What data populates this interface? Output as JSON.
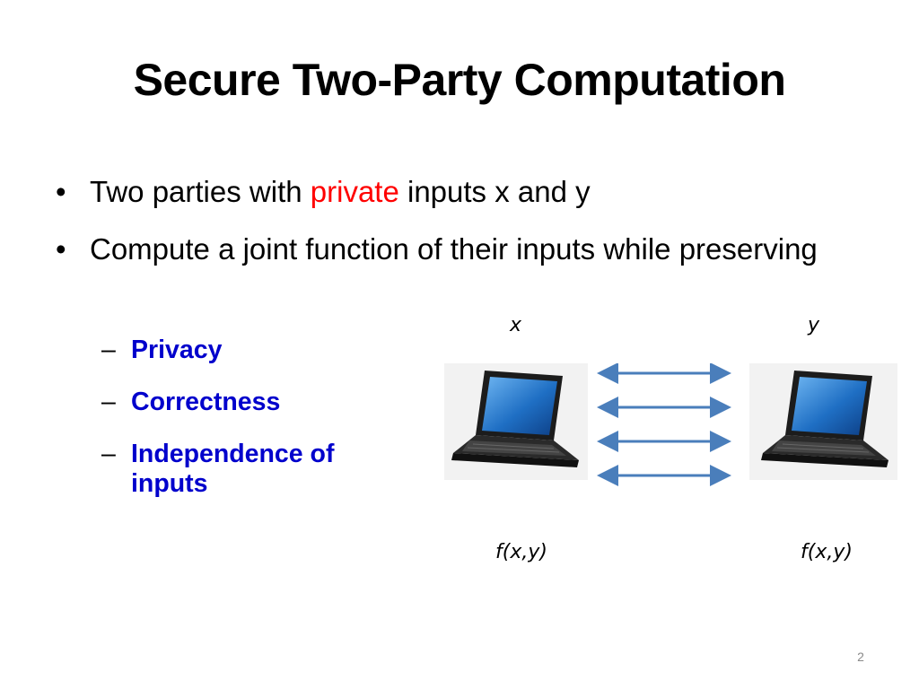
{
  "slide": {
    "title": "Secure Two-Party Computation",
    "bullets": [
      {
        "marker": "•",
        "text_before": "Two parties with ",
        "highlight": "private",
        "text_after": " inputs x and y"
      },
      {
        "marker": "•",
        "text": "Compute a joint function of their inputs while preserving"
      }
    ],
    "sub_bullets": [
      {
        "marker": "–",
        "text": "Privacy"
      },
      {
        "marker": "–",
        "text": "Correctness"
      },
      {
        "marker": "–",
        "text": "Independence of inputs"
      }
    ],
    "page_number": "2"
  },
  "figure": {
    "left_input": "x",
    "right_input": "y",
    "left_output": "f(x,y)",
    "right_output": "f(x,y)",
    "left_icon": "laptop-icon",
    "right_icon": "laptop-icon",
    "arrow_icon": "double-arrow-icon",
    "arrow_count": 4
  },
  "colors": {
    "highlight_red": "#ff0000",
    "sub_bullet_blue": "#0000cc",
    "arrow_blue": "#4a7ebb"
  }
}
